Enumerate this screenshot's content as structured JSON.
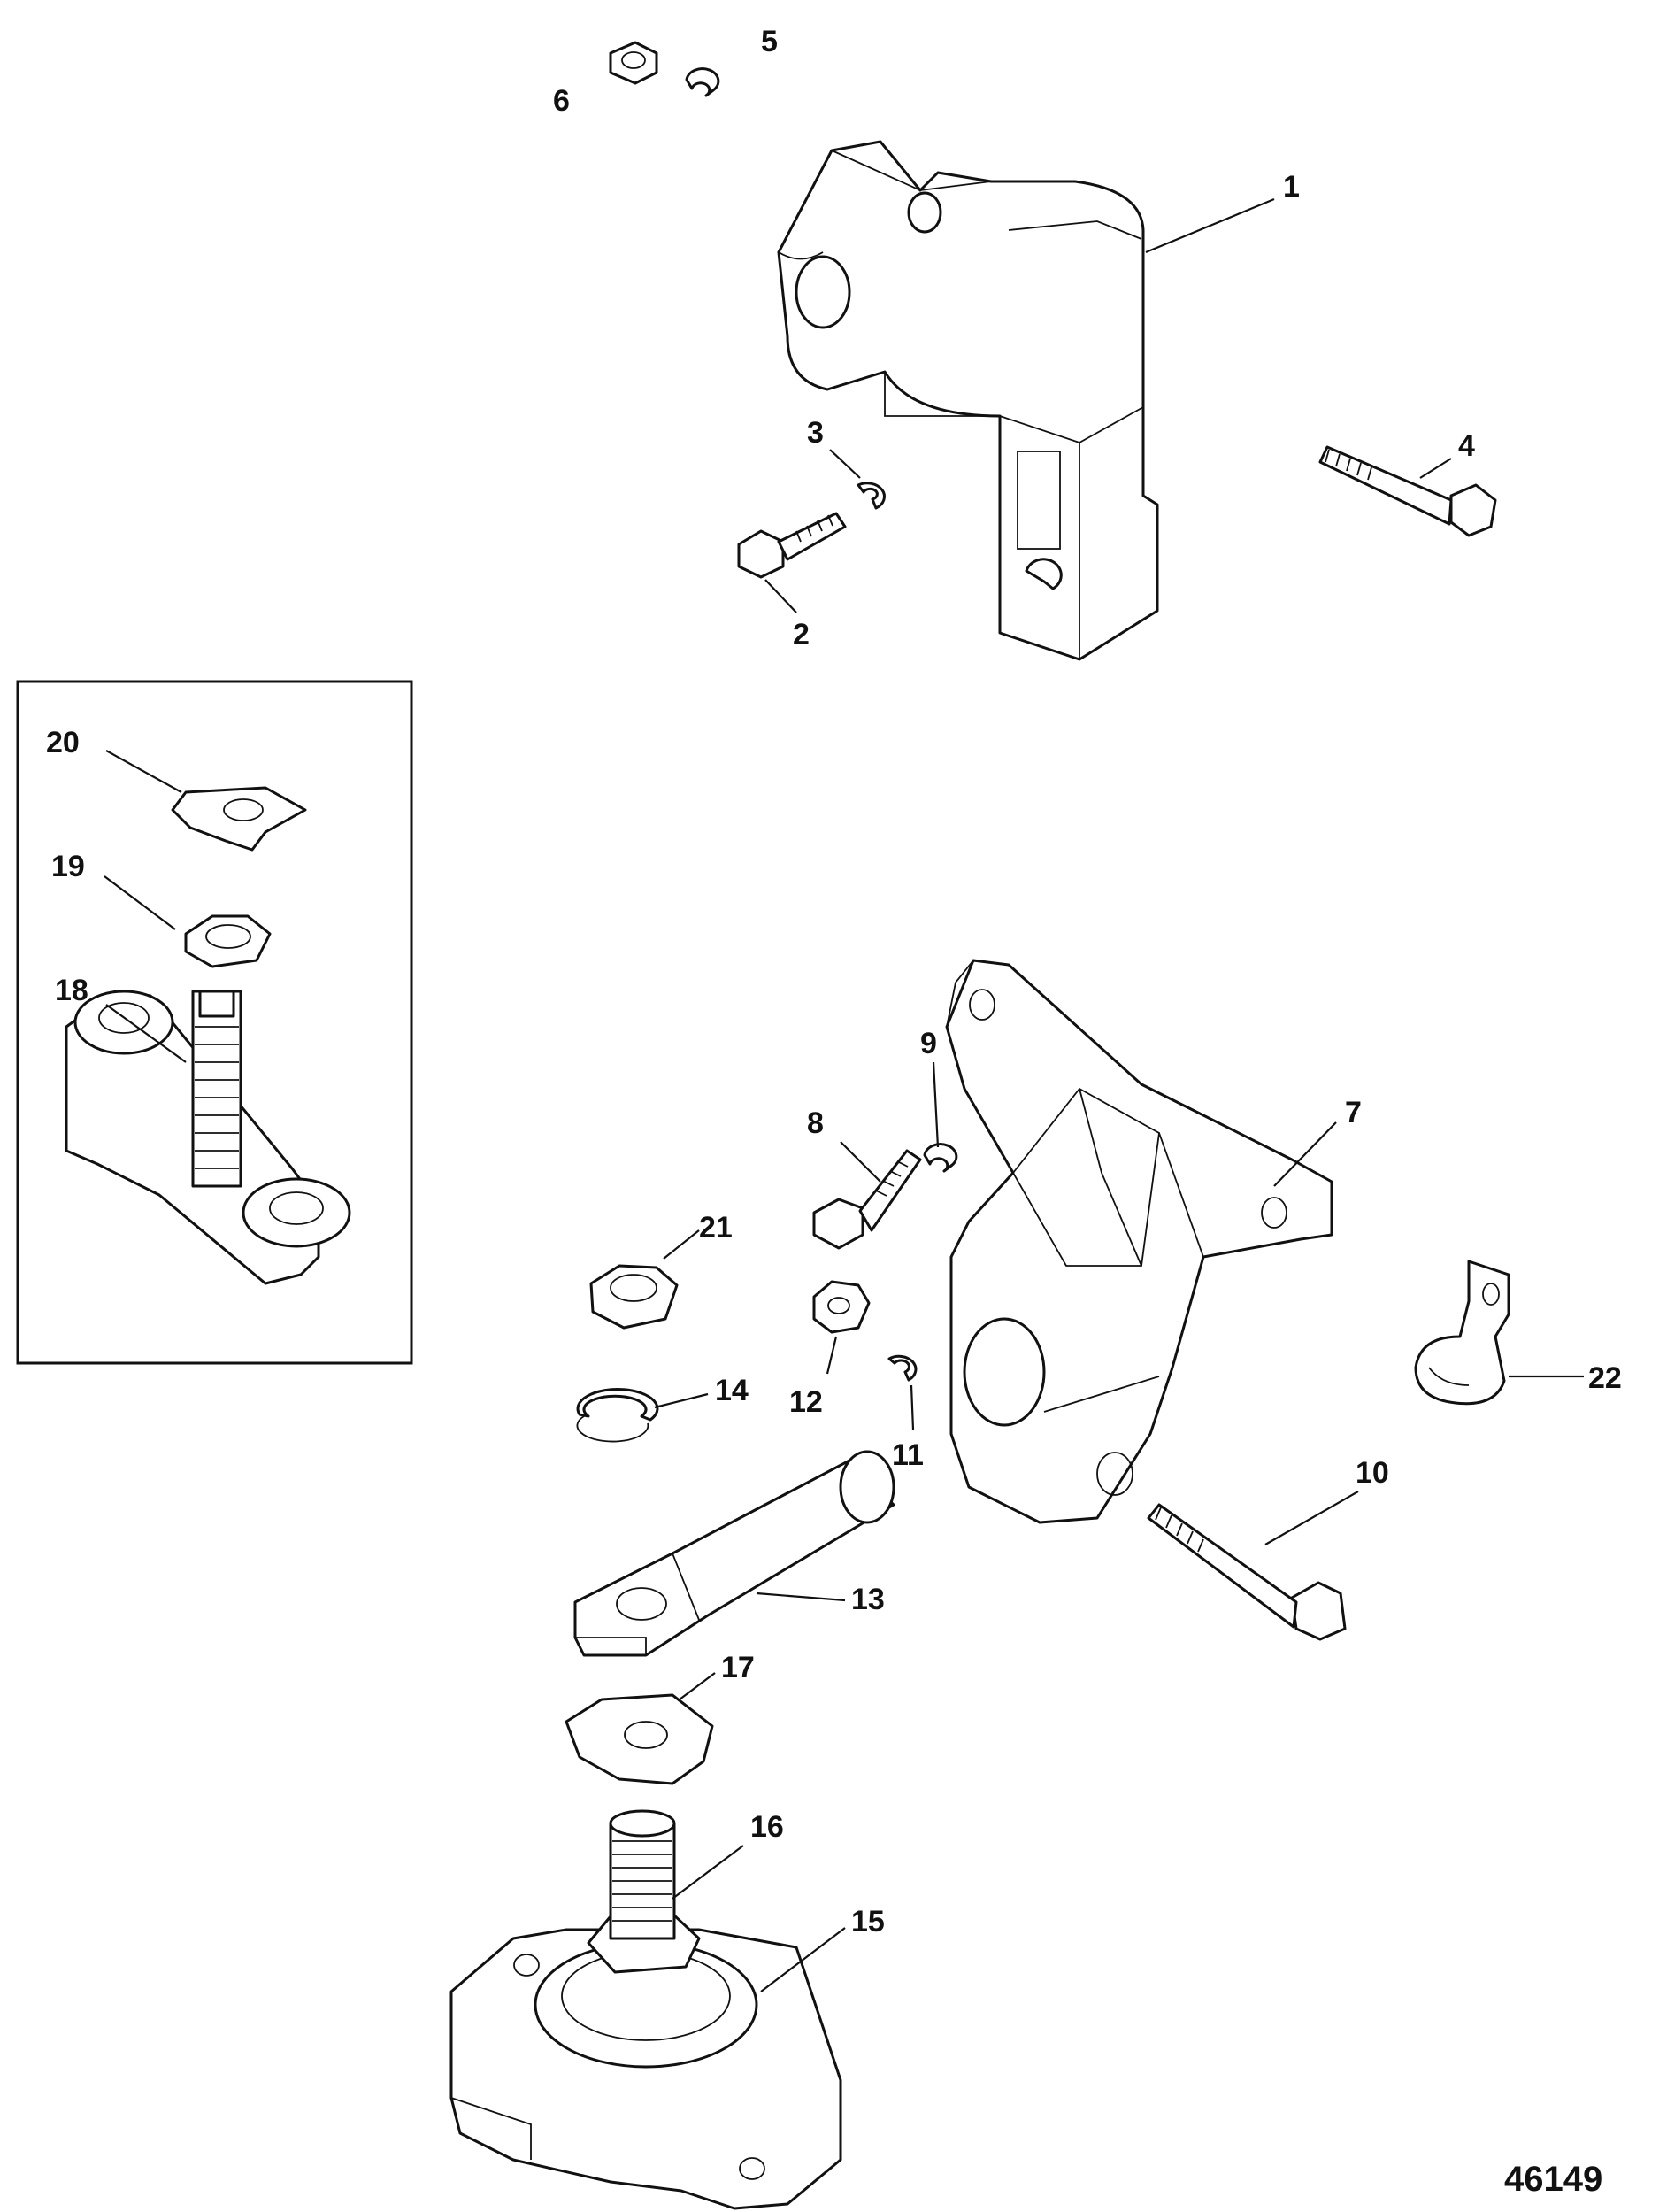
{
  "figure_number": "46149",
  "callouts": {
    "c1": "1",
    "c2": "2",
    "c3": "3",
    "c4": "4",
    "c5": "5",
    "c6": "6",
    "c7": "7",
    "c8": "8",
    "c9": "9",
    "c10": "10",
    "c11": "11",
    "c12": "12",
    "c13": "13",
    "c14": "14",
    "c15": "15",
    "c16": "16",
    "c17": "17",
    "c18": "18",
    "c19": "19",
    "c20": "20",
    "c21": "21",
    "c22": "22"
  }
}
